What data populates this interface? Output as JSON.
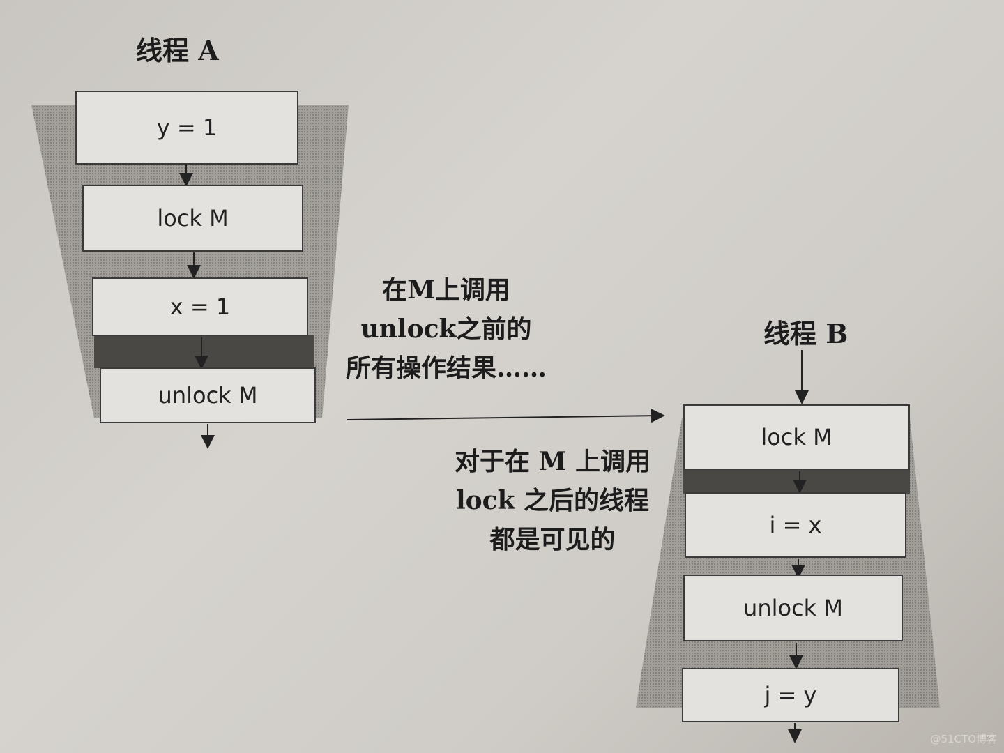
{
  "thread_a": {
    "title": "线程 A",
    "steps": [
      "y = 1",
      "lock M",
      "x = 1",
      "unlock M"
    ]
  },
  "thread_b": {
    "title": "线程 B",
    "steps": [
      "lock M",
      "i = x",
      "unlock M",
      "j = y"
    ]
  },
  "annotation_top": [
    "在M上调用",
    "unlock之前的",
    "所有操作结果……"
  ],
  "annotation_bottom": [
    "对于在 M 上调用",
    "lock 之后的线程",
    "都是可见的"
  ],
  "watermark": "@51CTO博客"
}
